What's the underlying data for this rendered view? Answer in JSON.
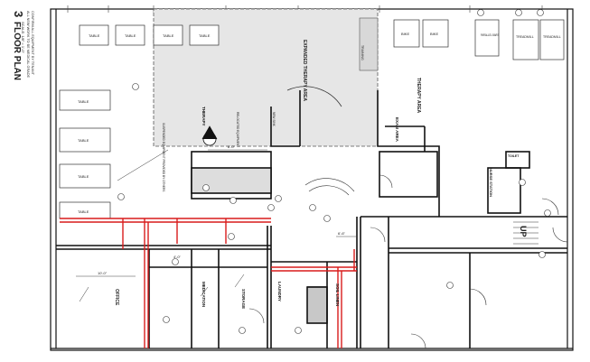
{
  "title_block": {
    "number": "3",
    "title": "FLOOR PLAN",
    "scale": "SCALE: 1/8\" = 1'-0\"",
    "note_1": "ALL NEW WORK TO BE MEDICAL GRADE",
    "note_2": "CONFIRM ALL EQUIPMENT BY TENANT"
  },
  "rooms": {
    "expanded_therapy": "EXPANDED THERAPY AREA",
    "therapy_area": "THERAPY AREA",
    "exam_area": "EXAM AREA",
    "storage": "STORAGE",
    "office": "OFFICE",
    "medication": "MEDICATION",
    "laundry": "LAUNDRY",
    "soil_linen": "SOIL LINEN",
    "nurse_station": "NURSE STATION",
    "toilet": "TOILET",
    "up": "UP",
    "therapy_box": "THERAPY"
  },
  "furniture": {
    "table": "TABLE",
    "bike": "BIKE",
    "parallel_bars": "PARALLEL BARS",
    "treadmill": "TREADMILL",
    "training": "TRAINING"
  },
  "dimensions": {
    "d1": "8'-0\"",
    "d2": "10'-0\"",
    "d3": "6'-6\"",
    "d4": "4'-0\""
  },
  "notes": {
    "n1": "SUSPENDED EQUIPMENT PROVIDED BY OTHERS",
    "n2": "RELOCATED EQUIPMENT",
    "n3": "NEW SINK"
  },
  "colors": {
    "wall": "#111111",
    "dashed_area": "#e6e6e6",
    "piping": "#d91c1c"
  }
}
